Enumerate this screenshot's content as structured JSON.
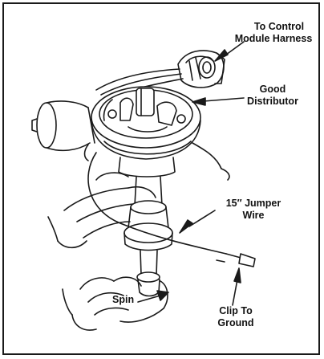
{
  "labels": {
    "control_module_line1": "To Control",
    "control_module_line2": "Module Harness",
    "good_distributor_line1": "Good",
    "good_distributor_line2": "Distributor",
    "jumper_wire_line1": "15″ Jumper",
    "jumper_wire_line2": "Wire",
    "spin": "Spin",
    "clip_line1": "Clip To",
    "clip_line2": "Ground"
  }
}
